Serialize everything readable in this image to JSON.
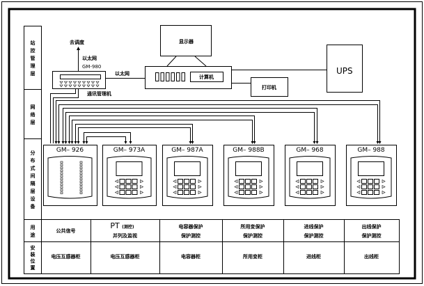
{
  "diagram": {
    "title": "GM系列综合自动化系统结构图",
    "layers": [
      {
        "id": "station",
        "label": "站控管理层"
      },
      {
        "id": "network",
        "label": "网络层"
      },
      {
        "id": "bay",
        "label": "分布式间隔层设备"
      },
      {
        "id": "usage",
        "label": "用途"
      },
      {
        "id": "location",
        "label": "安装位置"
      }
    ],
    "station": {
      "comm_manager": {
        "model": "GM-980",
        "ethernet_up_label": "以太网",
        "dispatch_label": "去调度",
        "ethernet_right_label": "以太网",
        "comm_label": "通讯管理机"
      },
      "monitor_label": "显示器",
      "computer_label": "计算机",
      "printer_label": "打印机",
      "ups_label": "UPS"
    },
    "devices": [
      {
        "model": "GM-926",
        "usage": [
          "公共信号"
        ],
        "location": "电压互感器柜"
      },
      {
        "model": "GM-973A",
        "usage_head": "PT",
        "usage_note": "(测控)",
        "usage": [
          "并列及监视"
        ],
        "location": "电压互感器柜"
      },
      {
        "model": "GM-987A",
        "usage": [
          "电容器保护",
          "保护测控"
        ],
        "location": "电容器柜"
      },
      {
        "model": "GM-988B",
        "usage": [
          "所用变保护",
          "保护测控"
        ],
        "location": "所用变柜"
      },
      {
        "model": "GM-968",
        "usage": [
          "进线保护",
          "保护测控"
        ],
        "location": "进线柜"
      },
      {
        "model": "GM-988",
        "usage": [
          "出线保护",
          "保护测控"
        ],
        "location": "出线柜"
      }
    ]
  }
}
